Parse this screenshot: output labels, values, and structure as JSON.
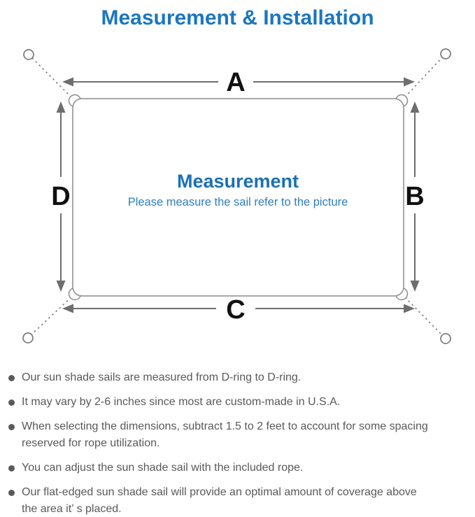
{
  "title": "Measurement & Installation",
  "colors": {
    "title_blue": "#1b76c0",
    "center_title_blue": "#1a70b8",
    "center_subtitle_blue": "#2e7fbe",
    "line_gray": "#6e6e6e",
    "outline_gray": "#8c8c8c",
    "text_gray": "#595959",
    "label_black": "#111111"
  },
  "diagram": {
    "labels": {
      "top": "A",
      "right": "B",
      "bottom": "C",
      "left": "D"
    },
    "center_title": "Measurement",
    "center_subtitle": "Please measure the sail refer to the picture"
  },
  "bullets": [
    {
      "lines": [
        "Our sun shade sails are measured from D-ring to D-ring."
      ]
    },
    {
      "lines": [
        "It may vary by 2-6 inches since most are custom-made in U.S.A."
      ]
    },
    {
      "lines": [
        "When selecting the dimensions, subtract 1.5 to 2 feet to account for some spacing",
        "reserved for rope utilization."
      ]
    },
    {
      "lines": [
        "You can adjust the sun shade sail with the included rope."
      ]
    },
    {
      "lines": [
        "Our flat-edged sun shade sail will provide an optimal amount of coverage above",
        "the area it’ s placed."
      ]
    }
  ]
}
